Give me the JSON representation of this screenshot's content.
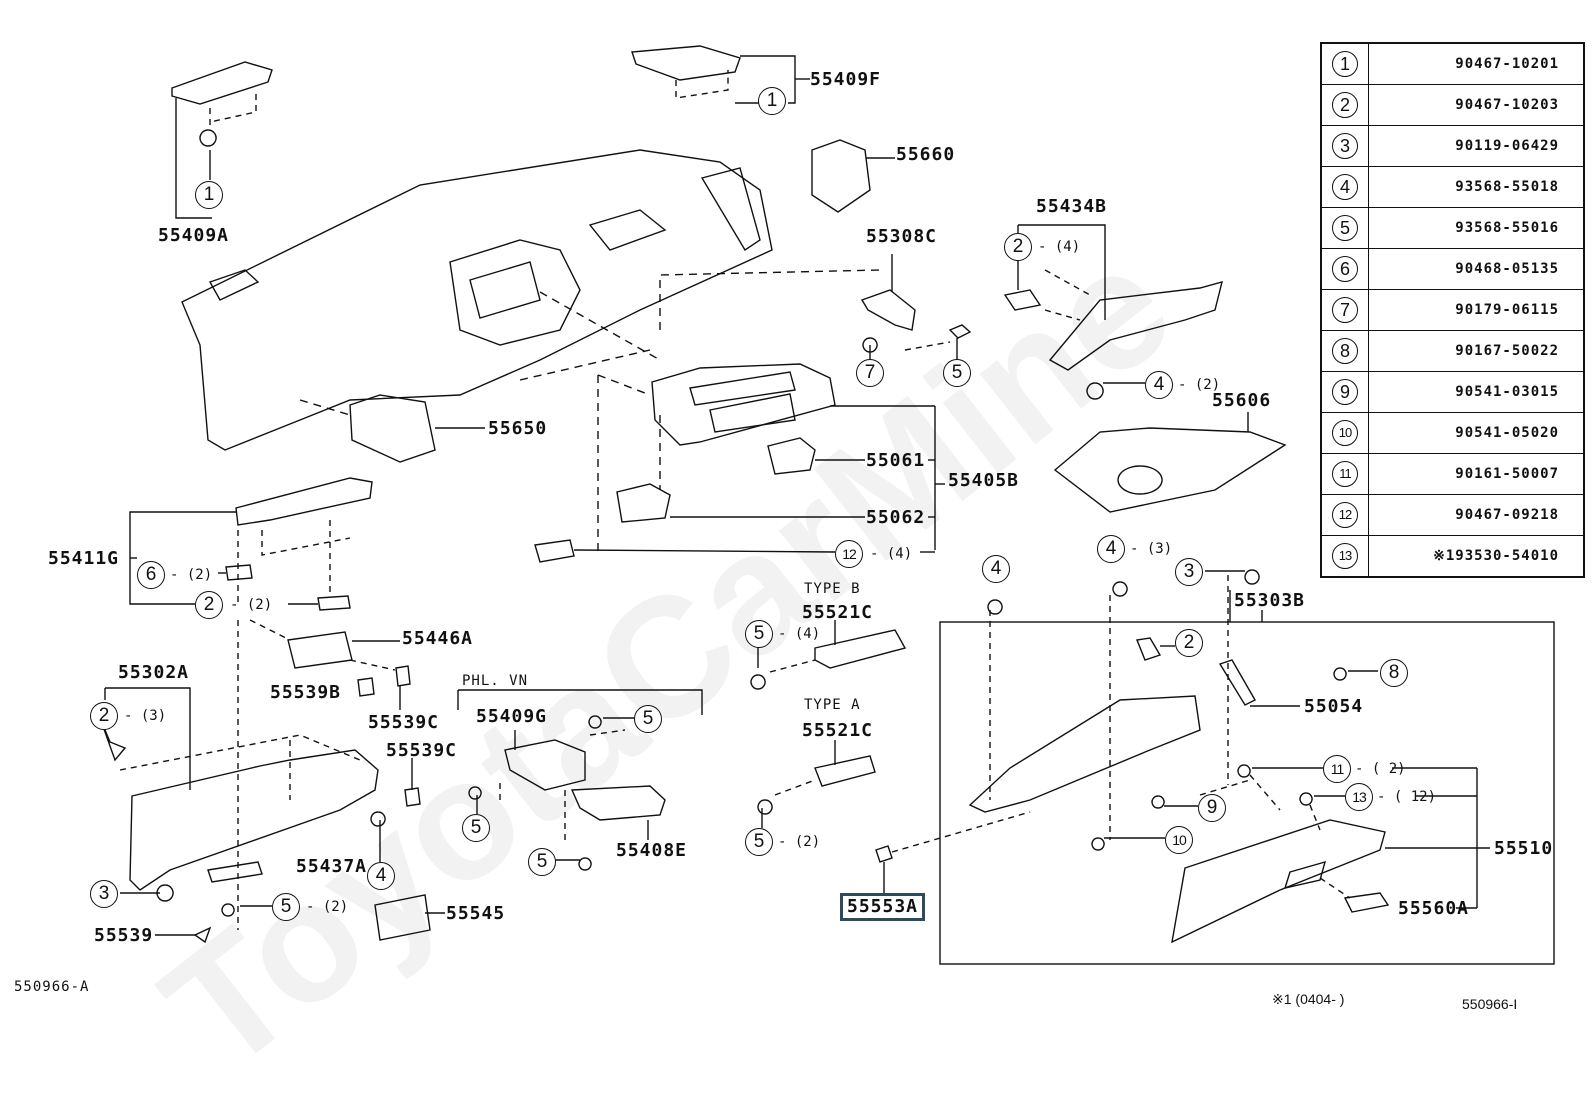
{
  "diagram": {
    "title_code_left": "550966-A",
    "title_code_right": "550966-I",
    "footnote": "※1 (0404-      )",
    "watermark": "ToyotaCarMine",
    "highlighted_part": "55553A"
  },
  "labels": {
    "p55409A": "55409A",
    "p55409F": "55409F",
    "p55660": "55660",
    "p55434B": "55434B",
    "p55308C": "55308C",
    "p55650": "55650",
    "p55606": "55606",
    "p55061": "55061",
    "p55062": "55062",
    "p55405B": "55405B",
    "p55411G": "55411G",
    "p55446A": "55446A",
    "p55539B": "55539B",
    "p55539C_a": "55539C",
    "p55539C_b": "55539C",
    "p55302A": "55302A",
    "p55437A": "55437A",
    "p55545": "55545",
    "p55539": "55539",
    "p55409G": "55409G",
    "p55408E": "55408E",
    "type_b": "TYPE B",
    "type_a": "TYPE A",
    "p55521C_b": "55521C",
    "p55521C_a": "55521C",
    "p55553A": "55553A",
    "p55303B": "55303B",
    "p55054": "55054",
    "p55510": "55510",
    "p55560A": "55560A",
    "phl_vn": "PHL. VN"
  },
  "quantities": {
    "q2_4": "- (4)",
    "q4_2": "- (2)",
    "q12_4": "- (4)",
    "q6_2": "- (2)",
    "q2_2": "- (2)",
    "q2_3": "- (3)",
    "q5_2_left": "- (2)",
    "q5_4": "- (4)",
    "q5_2_mid": "- (2)",
    "q4_3": "- (3)",
    "q11_2": "- ( 2)",
    "q13_12": "- ( 12)"
  },
  "callouts": [
    "1",
    "1",
    "1",
    "2",
    "4",
    "5",
    "7",
    "12",
    "6",
    "2",
    "2",
    "3",
    "5",
    "4",
    "5",
    "5",
    "5",
    "5",
    "5",
    "4",
    "4",
    "3",
    "2",
    "8",
    "9",
    "10",
    "11",
    "13"
  ],
  "parts_table": [
    {
      "ref": "1",
      "part_no": "90467-10201"
    },
    {
      "ref": "2",
      "part_no": "90467-10203"
    },
    {
      "ref": "3",
      "part_no": "90119-06429"
    },
    {
      "ref": "4",
      "part_no": "93568-55018"
    },
    {
      "ref": "5",
      "part_no": "93568-55016"
    },
    {
      "ref": "6",
      "part_no": "90468-05135"
    },
    {
      "ref": "7",
      "part_no": "90179-06115"
    },
    {
      "ref": "8",
      "part_no": "90167-50022"
    },
    {
      "ref": "9",
      "part_no": "90541-03015"
    },
    {
      "ref": "10",
      "part_no": "90541-05020"
    },
    {
      "ref": "11",
      "part_no": "90161-50007"
    },
    {
      "ref": "12",
      "part_no": "90467-09218"
    },
    {
      "ref": "13",
      "part_no": "※193530-54010"
    }
  ]
}
